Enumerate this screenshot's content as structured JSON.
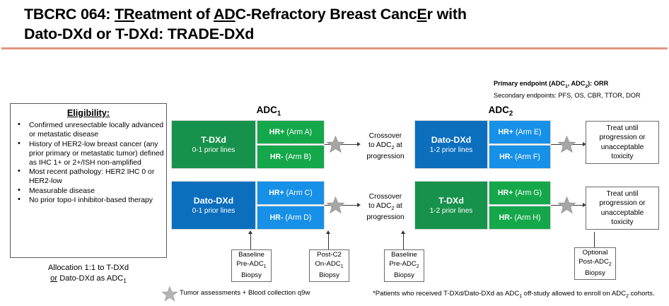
{
  "title": {
    "line1_parts": [
      "TBCRC 064: ",
      "TR",
      "eatment of ",
      "AD",
      "C-Refractory Breast Canc",
      "E",
      "r with"
    ],
    "line2": "Dato-DXd or T-DXd: TRADE-DXd",
    "accent_color": "#E39680"
  },
  "endpoints": {
    "primary": "Primary endpoint (ADC₁, ADC₂): ORR",
    "secondary": "Secondary endpoints: PFS, OS, CBR, TTOR, DOR"
  },
  "eligibility": {
    "heading": "Eligibility:",
    "criteria": [
      "Confirmed unresectable locally advanced or metastatic disease",
      "History of HER2-low breast cancer (any prior primary or metastatic tumor) defined as IHC 1+ or 2+/ISH non-amplified",
      "Most recent pathology: HER2 IHC 0 or HER2-low",
      "Measurable disease",
      "No prior topo-I inhibitor-based therapy"
    ]
  },
  "allocation": {
    "line1": "Allocation 1:1 to T-DXd",
    "line2_prefix": "or",
    "line2_rest": " Dato-DXd as ADC₁"
  },
  "stages": {
    "adc1_label": "ADC₁",
    "adc2_label": "ADC₂"
  },
  "adc1": {
    "arms": [
      {
        "drug": "T-DXd",
        "lines": "0-1 prior lines",
        "color": "#17924C",
        "sub_color": "#14A84B",
        "subarms": [
          {
            "hr": "HR+",
            "arm": "(Arm A)"
          },
          {
            "hr": "HR-",
            "arm": "(Arm B)"
          }
        ],
        "crossover": [
          "Crossover",
          "to ADC₂ at",
          "progression"
        ]
      },
      {
        "drug": "Dato-DXd",
        "lines": "0-1 prior lines",
        "color": "#0B6FBE",
        "sub_color": "#1790E8",
        "subarms": [
          {
            "hr": "HR+",
            "arm": "(Arm C)"
          },
          {
            "hr": "HR-",
            "arm": "(Arm D)"
          }
        ],
        "crossover": [
          "Crossover",
          "to ADC₂ at",
          "progression"
        ]
      }
    ]
  },
  "adc2": {
    "arms": [
      {
        "drug": "Dato-DXd",
        "lines": "1-2 prior lines",
        "color": "#0B6FBE",
        "sub_color": "#1790E8",
        "subarms": [
          {
            "hr": "HR+",
            "arm": "(Arm E)"
          },
          {
            "hr": "HR-",
            "arm": "(Arm F)"
          }
        ],
        "outcome": [
          "Treat until",
          "progression or",
          "unacceptable",
          "toxicity"
        ]
      },
      {
        "drug": "T-DXd",
        "lines": "1-2 prior lines",
        "color": "#17924C",
        "sub_color": "#14A84B",
        "subarms": [
          {
            "hr": "HR+",
            "arm": "(Arm G)"
          },
          {
            "hr": "HR-",
            "arm": "(Arm H)"
          }
        ],
        "outcome": [
          "Treat until",
          "progression or",
          "unacceptable",
          "toxicity"
        ]
      }
    ]
  },
  "biopsies": [
    {
      "lines": [
        "Baseline",
        "Pre-ADC₁",
        "Biopsy"
      ]
    },
    {
      "lines": [
        "Post-C2",
        "On-ADC₁",
        "Biopsy"
      ]
    },
    {
      "lines": [
        "Baseline",
        "Pre-ADC₂",
        "Biopsy"
      ]
    },
    {
      "lines": [
        "Optional",
        "Post-ADC₂",
        "Biopsy"
      ]
    }
  ],
  "footnotes": {
    "star_note": "Tumor assessments + Blood collection q9w",
    "right_note": "*Patients who received T-DXd/Dato-DXd as ADC₁ off-study allowed to enroll on ADC₂ cohorts."
  }
}
